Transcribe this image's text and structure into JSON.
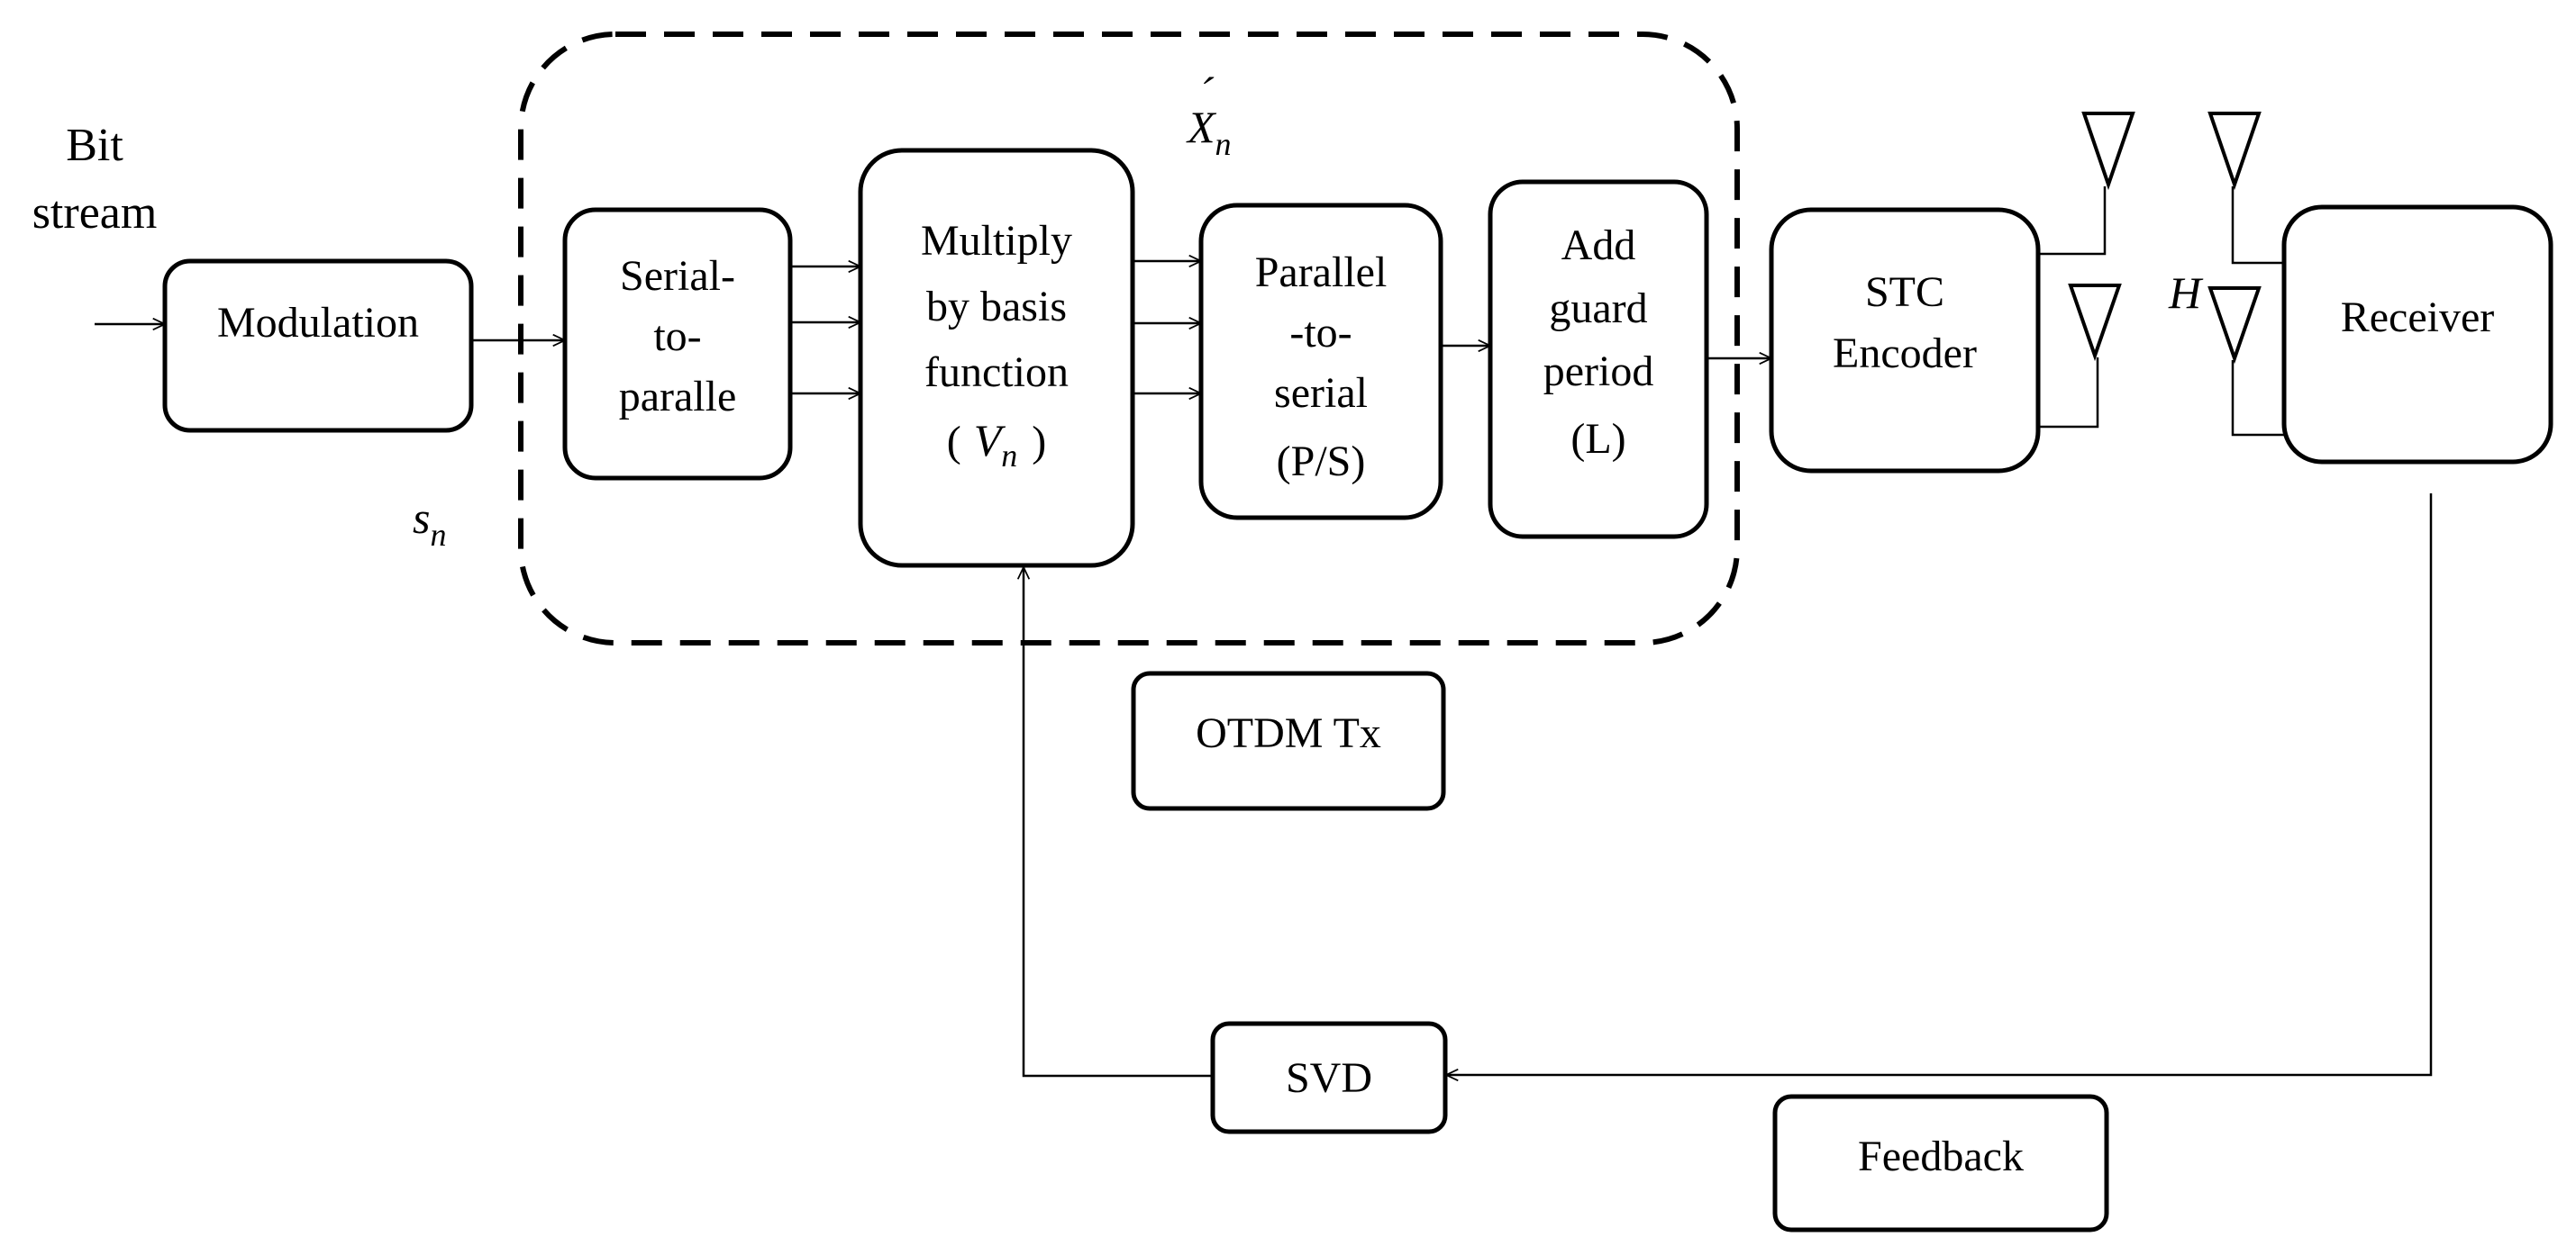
{
  "input": {
    "label_line1": "Bit",
    "label_line2": "stream"
  },
  "blocks": {
    "modulation": "Modulation",
    "s2p": [
      "Serial-",
      "to-",
      "paralle"
    ],
    "multiply": [
      "Multiply",
      "by basis",
      "function"
    ],
    "multiply_sym": {
      "open": "(",
      "var": "V",
      "sub": "n",
      "close": ")"
    },
    "p2s": [
      "Parallel",
      "-to-",
      "serial",
      "(P/S)"
    ],
    "guard": [
      "Add",
      "guard",
      "period",
      "(L)"
    ],
    "stc": [
      "STC",
      "Encoder"
    ],
    "receiver": "Receiver",
    "svd": "SVD"
  },
  "group_labels": {
    "otdm": "OTDM Tx",
    "feedback": "Feedback"
  },
  "symbols": {
    "sn": {
      "var": "s",
      "sub": "n"
    },
    "xn": {
      "var": "X",
      "accent": "´",
      "sub": "n"
    },
    "h": "H"
  }
}
